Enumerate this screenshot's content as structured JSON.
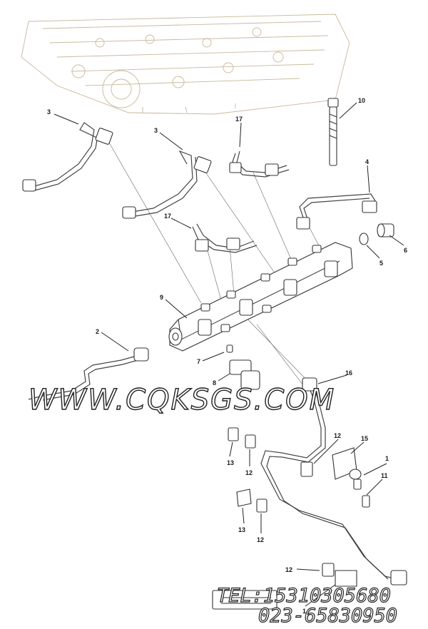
{
  "callouts": [
    {
      "id": "c3a",
      "text": "3"
    },
    {
      "id": "c3b",
      "text": "3"
    },
    {
      "id": "c17a",
      "text": "17"
    },
    {
      "id": "c10",
      "text": "10"
    },
    {
      "id": "c4",
      "text": "4"
    },
    {
      "id": "c17b",
      "text": "17"
    },
    {
      "id": "c6",
      "text": "6"
    },
    {
      "id": "c5",
      "text": "5"
    },
    {
      "id": "c9",
      "text": "9"
    },
    {
      "id": "c2",
      "text": "2"
    },
    {
      "id": "c7",
      "text": "7"
    },
    {
      "id": "c8",
      "text": "8"
    },
    {
      "id": "c16",
      "text": "16"
    },
    {
      "id": "c12a",
      "text": "12"
    },
    {
      "id": "c15",
      "text": "15"
    },
    {
      "id": "c1a",
      "text": "1"
    },
    {
      "id": "c13a",
      "text": "13"
    },
    {
      "id": "c12b",
      "text": "12"
    },
    {
      "id": "c11",
      "text": "11"
    },
    {
      "id": "c13b",
      "text": "13"
    },
    {
      "id": "c12c",
      "text": "12"
    },
    {
      "id": "c12d",
      "text": "12"
    },
    {
      "id": "c1b",
      "text": "1"
    }
  ],
  "watermark": {
    "site": "WWW.CQKSGS.COM",
    "tel": "TEL:15310305680",
    "phone": "023-65830950"
  }
}
